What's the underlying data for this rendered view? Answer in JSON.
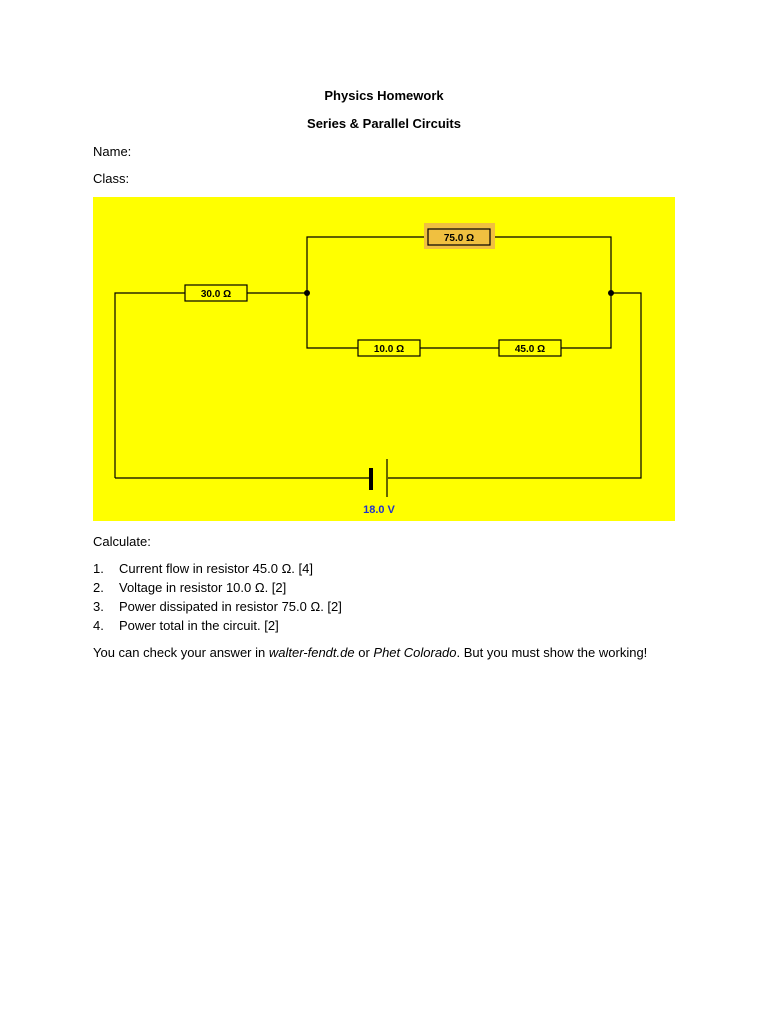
{
  "header": {
    "title": "Physics Homework",
    "subtitle": "Series & Parallel Circuits"
  },
  "fields": {
    "name_label": "Name:",
    "class_label": "Class:"
  },
  "circuit": {
    "resistors": {
      "series": "30.0 Ω",
      "top_branch": "75.0 Ω",
      "bottom_left": "10.0 Ω",
      "bottom_right": "45.0 Ω"
    },
    "battery_voltage": "18.0 V",
    "colors": {
      "background": "#ffff00",
      "highlight": "#f0c040",
      "wire": "#000000",
      "voltage_text": "#2233cc"
    }
  },
  "tasks": {
    "heading": "Calculate:",
    "items": [
      {
        "num": "1.",
        "text": "Current flow in resistor 45.0 Ω. [4]"
      },
      {
        "num": "2.",
        "text": "Voltage in resistor 10.0 Ω. [2]"
      },
      {
        "num": "3.",
        "text": "Power dissipated in resistor 75.0 Ω. [2]"
      },
      {
        "num": "4.",
        "text": "Power total in the circuit. [2]"
      }
    ]
  },
  "note": {
    "part1": "You can check your answer in ",
    "link1": "walter-fendt.de",
    "part2": " or ",
    "link2": "Phet Colorado",
    "part3": ". But you must show the working!"
  }
}
